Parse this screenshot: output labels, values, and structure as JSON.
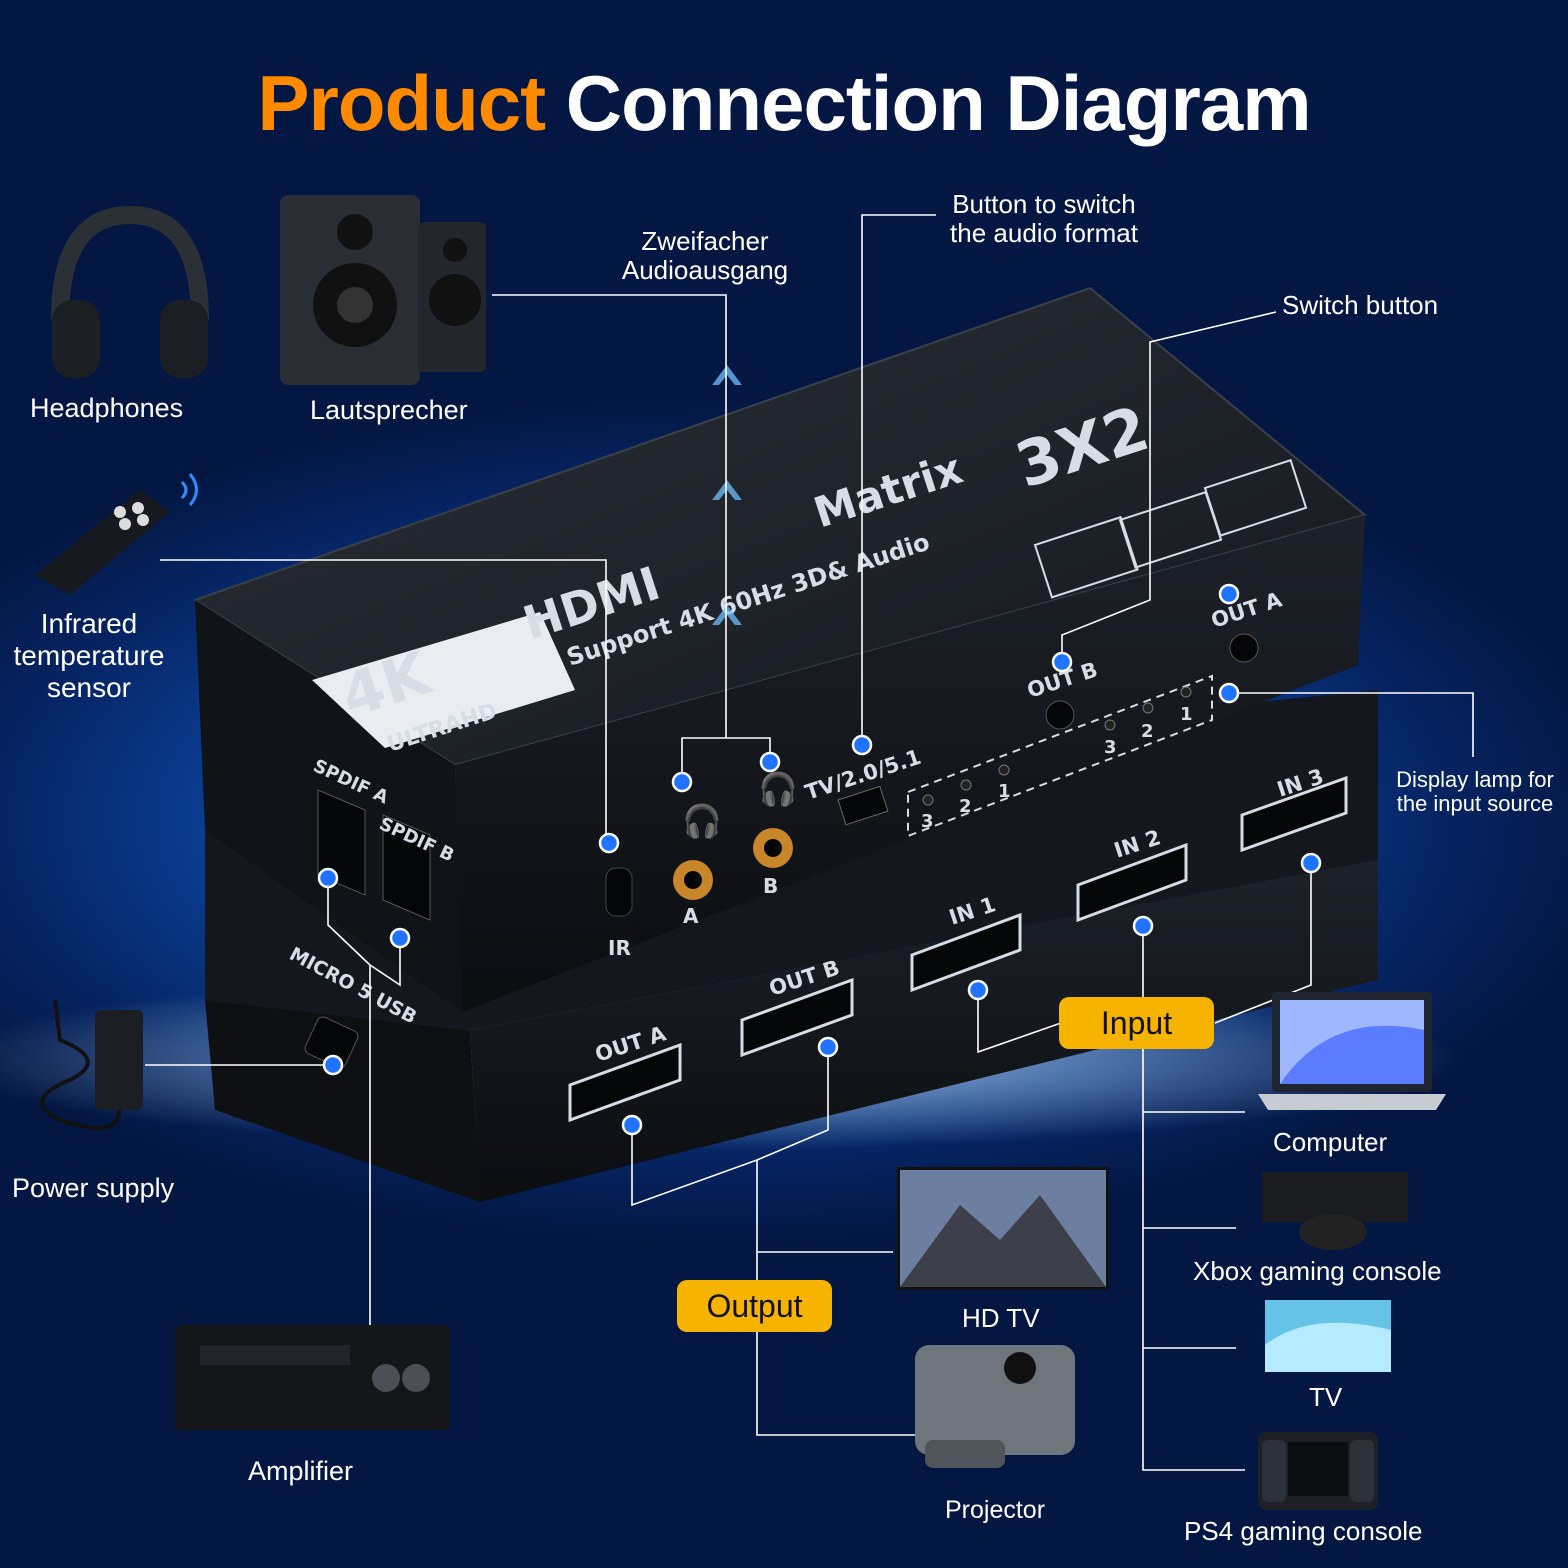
{
  "title": {
    "part1": "Product",
    "part2": "Connection Diagram"
  },
  "callouts": {
    "headphones": "Headphones",
    "speakers": "Lautsprecher",
    "dual_audio_line1": "Zweifacher",
    "dual_audio_line2": "Audioausgang",
    "audio_button_line1": "Button to switch",
    "audio_button_line2": "the audio format",
    "switch_button": "Switch button",
    "ir_line1": "Infrared",
    "ir_line2": "temperature",
    "ir_line3": "sensor",
    "display_lamp_line1": "Display lamp for",
    "display_lamp_line2": "the input source",
    "power_supply": "Power supply",
    "amplifier": "Amplifier"
  },
  "groups": {
    "input": "Input",
    "output": "Output"
  },
  "input_devices": [
    "Computer",
    "Xbox gaming console",
    "TV",
    "PS4 gaming console"
  ],
  "output_devices": [
    "HD TV",
    "Projector"
  ],
  "device_print": {
    "brand": "HDMI",
    "k4": "4K",
    "ultrahd": "ULTRAHD",
    "model": "Matrix",
    "size": "3X2",
    "spec": "Support 4K 60Hz 3D& Audio",
    "ir": "IR",
    "jack_a": "A",
    "jack_b": "B",
    "audio_mode": "TV/2.0/5.1",
    "out_a": "OUT A",
    "out_b": "OUT B",
    "spdif_a": "SPDIF A",
    "spdif_b": "SPDIF B",
    "micro_usb": "MICRO 5 USB",
    "in1": "IN 1",
    "in2": "IN 2",
    "in3": "IN 3",
    "led1": "1",
    "led2": "2",
    "led3": "3"
  },
  "colors": {
    "accent_orange": "#ff8a00",
    "tag_yellow": "#f6b400",
    "dot_blue": "#1f73ff"
  }
}
